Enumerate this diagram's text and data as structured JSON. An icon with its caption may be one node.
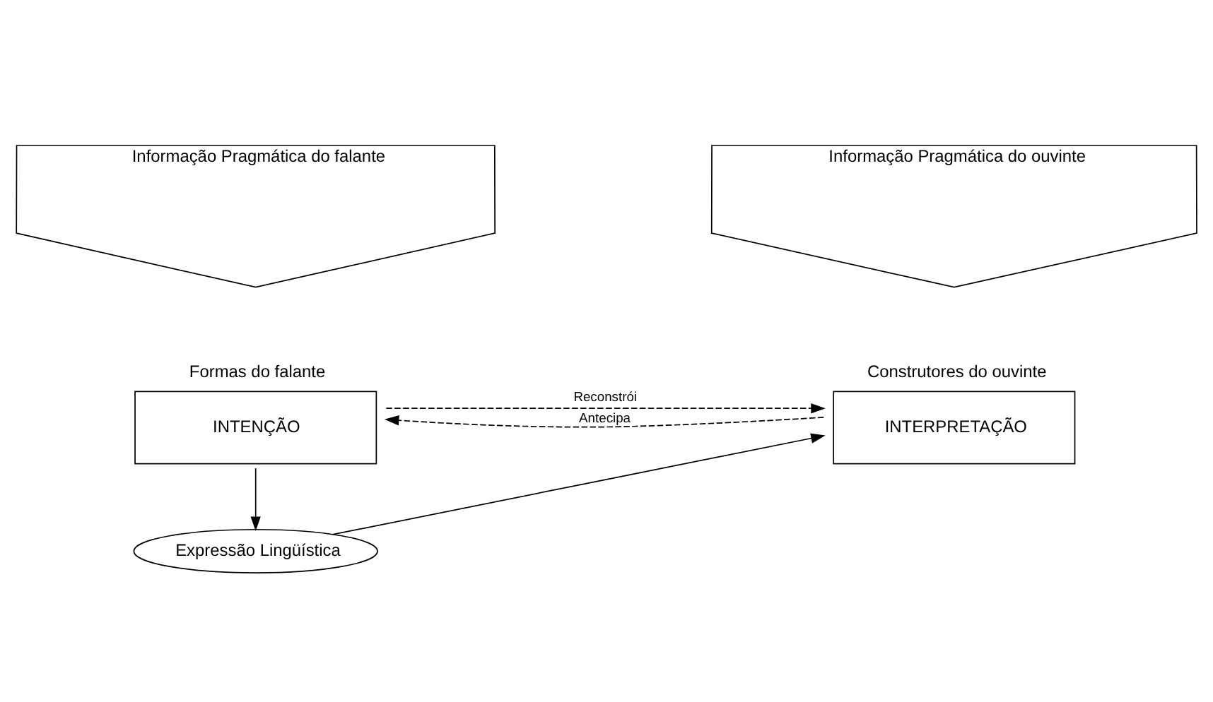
{
  "diagram": {
    "nodes": [
      {
        "text": [
          "Informação Pragmática do falante"
        ]
      },
      {
        "text": [
          "Informação Pragmática do ouvinte"
        ]
      },
      {
        "text": [
          "Formas do falante",
          "INTENÇÃO"
        ]
      },
      {
        "text": [
          "Construtores do ouvinte",
          "INTERPRETAÇÃO"
        ]
      },
      {
        "text": [
          "Expressão Lingüística"
        ]
      }
    ],
    "edges": [
      {
        "from": 3,
        "to": 2,
        "arrow": "to",
        "label": "Antecipa",
        "style": "dashed"
      },
      {
        "from": 2,
        "to": 3,
        "arrow": "to",
        "label": "Reconstrói",
        "style": "dashed"
      },
      {
        "from": 2,
        "to": 4,
        "arrow": "to"
      },
      {
        "from": 4,
        "to": 3,
        "arrow": "to"
      }
    ]
  }
}
